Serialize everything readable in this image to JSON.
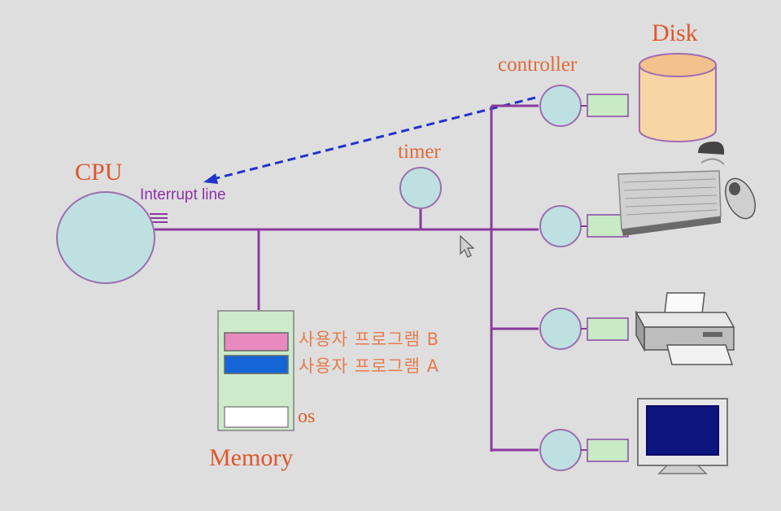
{
  "labels": {
    "cpu": "CPU",
    "interrupt_line": "Interrupt line",
    "timer": "timer",
    "controller": "controller",
    "disk": "Disk",
    "memory": "Memory",
    "program_b": "사용자 프로그램 B",
    "program_a": "사용자 프로그램 A",
    "os": "os"
  },
  "colors": {
    "background": "#dedede",
    "bus": "#8a3a9c",
    "node_fill": "#bfe0e0",
    "interface_fill": "#c8eac4",
    "label": "#e0552b",
    "interrupt_arrow": "#2233cc",
    "program_b": "#e88ac0",
    "program_a": "#1466d6",
    "memory_fill": "#cdeacb",
    "disk_fill": "#f7d5a4"
  },
  "devices": [
    "disk-icon",
    "keyboard-mouse-icon",
    "printer-icon",
    "monitor-icon"
  ]
}
